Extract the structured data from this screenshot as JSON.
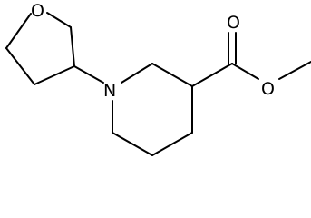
{
  "structure": {
    "atoms": {
      "nitrogen": "N",
      "ring_oxygen": "O",
      "carbonyl_oxygen": "O",
      "ester_oxygen": "O"
    }
  }
}
